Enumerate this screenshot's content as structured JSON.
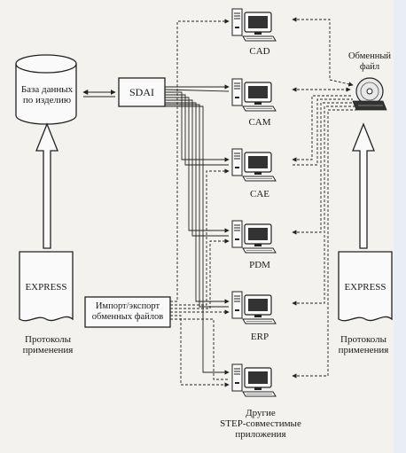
{
  "database": {
    "line1": "База данных",
    "line2": "по изделию"
  },
  "sdai": "SDAI",
  "import_export": {
    "line1": "Импорт/экспорт",
    "line2": "обменных файлов"
  },
  "exchange_file": {
    "line1": "Обменный",
    "line2": "файл"
  },
  "express_left": "EXPRESS",
  "express_right": "EXPRESS",
  "protocols_left": {
    "line1": "Протоколы",
    "line2": "применения"
  },
  "protocols_right": {
    "line1": "Протоколы",
    "line2": "применения"
  },
  "systems": [
    "CAD",
    "CAM",
    "CAE",
    "PDM",
    "ERP"
  ],
  "other_apps": {
    "line1": "Другие",
    "line2": "STEP-совместимые",
    "line3": "приложения"
  }
}
